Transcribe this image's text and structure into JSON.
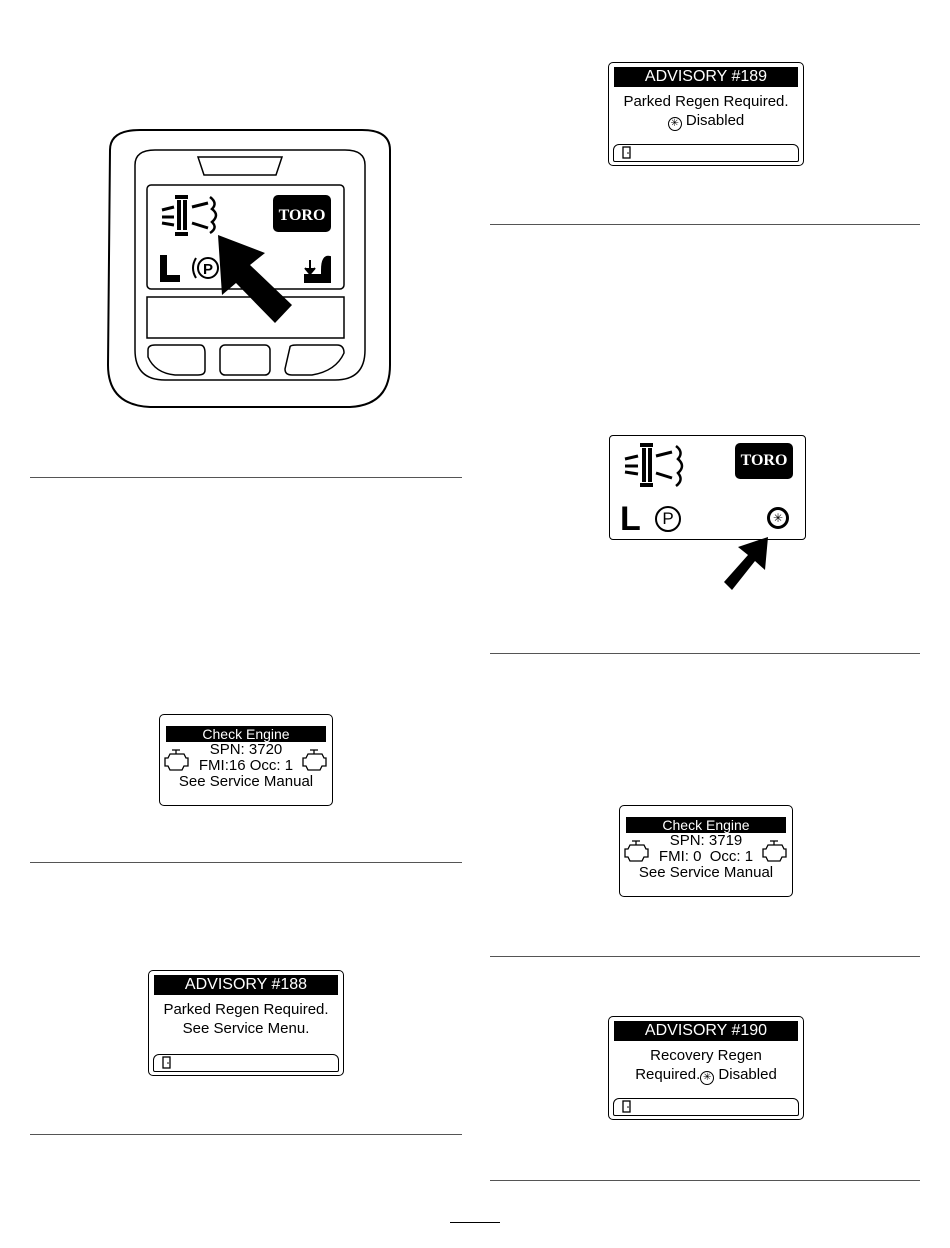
{
  "figures": {
    "advisory_189": {
      "header": "ADVISORY #189",
      "line1": "Parked Regen Required.",
      "line2": "Disabled"
    },
    "check_engine_3720": {
      "header": "Check Engine",
      "spn": "SPN: 3720",
      "fmi": "FMI:16 Occ: 1",
      "note": "See Service Manual"
    },
    "advisory_188": {
      "header": "ADVISORY #188",
      "line1": "Parked Regen Required.",
      "line2": "See Service Menu."
    },
    "check_engine_3719": {
      "header": "Check Engine",
      "spn": "SPN: 3719",
      "fmi": "FMI: 0  Occ: 1",
      "note": "See Service Manual"
    },
    "advisory_190": {
      "header": "ADVISORY #190",
      "line1": "Recovery Regen",
      "line2a": "Required.",
      "line2b": "Disabled"
    },
    "display": {
      "logo": "TORO",
      "gear": "L",
      "park": "P"
    }
  }
}
